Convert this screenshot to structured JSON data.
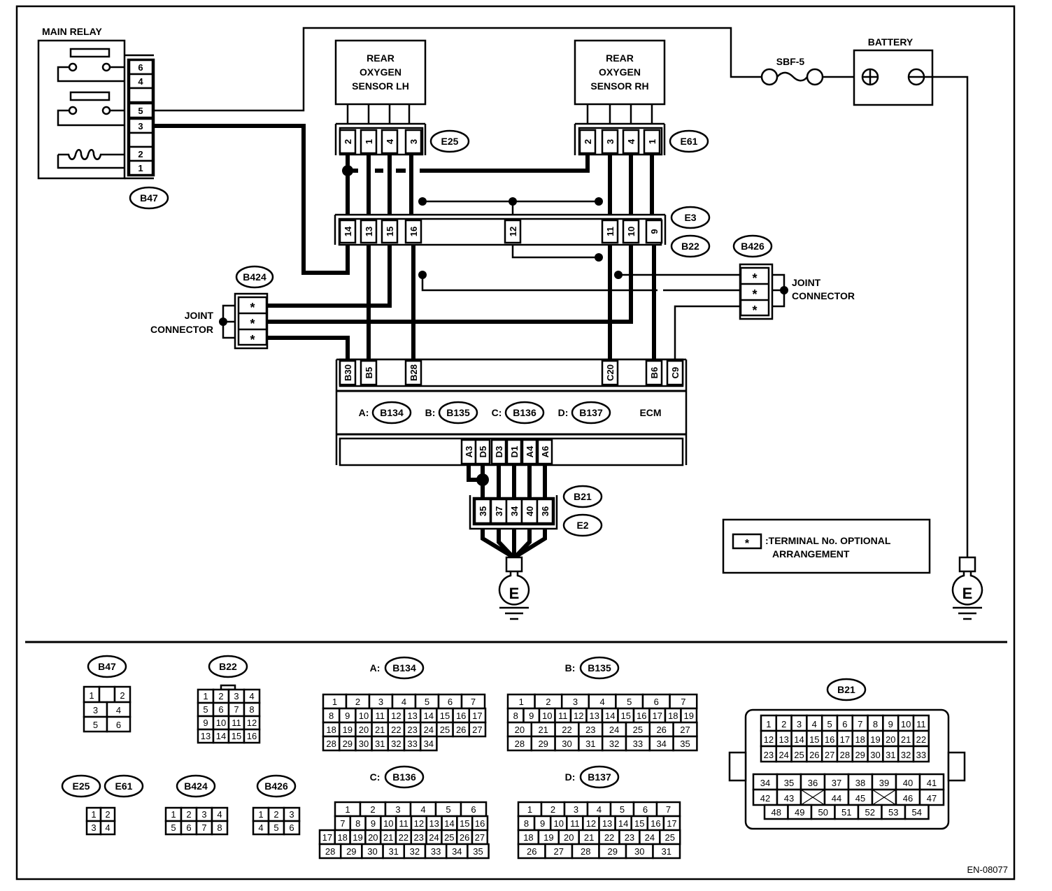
{
  "figure_id": "EN-08077",
  "components": {
    "main_relay": {
      "label": "MAIN RELAY",
      "connector": "B47",
      "terminals": [
        "6",
        "4",
        "",
        "5",
        "3",
        "",
        "2",
        "1"
      ]
    },
    "rear_o2_lh": {
      "label_lines": [
        "REAR",
        "OXYGEN",
        "SENSOR LH"
      ],
      "connector": "E25",
      "terminals": [
        "2",
        "1",
        "4",
        "3"
      ]
    },
    "rear_o2_rh": {
      "label_lines": [
        "REAR",
        "OXYGEN",
        "SENSOR RH"
      ],
      "connector": "E61",
      "terminals": [
        "2",
        "3",
        "4",
        "1"
      ]
    },
    "battery": {
      "label": "BATTERY",
      "plus": "+",
      "minus": "−"
    },
    "fuse": {
      "label": "SBF-5"
    },
    "junction": {
      "connectors": [
        "E3",
        "B22"
      ],
      "terminals": [
        "14",
        "13",
        "15",
        "16",
        "12",
        "11",
        "10",
        "9"
      ]
    },
    "joint_b424": {
      "connector": "B424",
      "label_lines": [
        "JOINT",
        "CONNECTOR"
      ],
      "terminals": [
        "*",
        "*",
        "*"
      ]
    },
    "joint_b426": {
      "connector": "B426",
      "label_lines": [
        "JOINT",
        "CONNECTOR"
      ],
      "terminals": [
        "*",
        "*",
        "*"
      ]
    },
    "ecm": {
      "label": "ECM",
      "connectors": [
        {
          "prefix": "A:",
          "id": "B134"
        },
        {
          "prefix": "B:",
          "id": "B135"
        },
        {
          "prefix": "C:",
          "id": "B136"
        },
        {
          "prefix": "D:",
          "id": "B137"
        }
      ],
      "top_terminals": [
        "B30",
        "B5",
        "B28",
        "C20",
        "B6",
        "C9"
      ],
      "bottom_terminals": [
        "A3",
        "D5",
        "D3",
        "D1",
        "A4",
        "A6"
      ]
    },
    "ground_junction": {
      "connectors": [
        "B21",
        "E2"
      ],
      "terminals": [
        "35",
        "37",
        "34",
        "40",
        "36"
      ]
    },
    "ground_symbol": "E"
  },
  "legend": {
    "symbol": "*",
    "text_lines": [
      ":TERMINAL No. OPTIONAL",
      "ARRANGEMENT"
    ]
  },
  "connector_views": {
    "B47": {
      "rows": [
        [
          "1",
          "",
          "2"
        ],
        [
          "3",
          "4"
        ],
        [
          "5",
          "6"
        ]
      ]
    },
    "B22": {
      "rows": [
        [
          "1",
          "2",
          "3",
          "4"
        ],
        [
          "5",
          "6",
          "7",
          "8"
        ],
        [
          "9",
          "10",
          "11",
          "12"
        ],
        [
          "13",
          "14",
          "15",
          "16"
        ]
      ]
    },
    "E25_E61": {
      "ids": [
        "E25",
        "E61"
      ],
      "rows": [
        [
          "1",
          "2"
        ],
        [
          "3",
          "4"
        ]
      ]
    },
    "B424": {
      "rows": [
        [
          "1",
          "2",
          "3",
          "4"
        ],
        [
          "5",
          "6",
          "7",
          "8"
        ]
      ]
    },
    "B426": {
      "rows": [
        [
          "1",
          "2",
          "3"
        ],
        [
          "4",
          "5",
          "6"
        ]
      ]
    },
    "B134": {
      "prefix": "A:",
      "rows": [
        [
          "1",
          "2",
          "3",
          "4",
          "5",
          "6",
          "7"
        ],
        [
          "8",
          "9",
          "10",
          "11",
          "12",
          "13",
          "14",
          "15",
          "16",
          "17"
        ],
        [
          "18",
          "19",
          "20",
          "21",
          "22",
          "23",
          "24",
          "25",
          "26",
          "27"
        ],
        [
          "28",
          "29",
          "30",
          "31",
          "32",
          "33",
          "34"
        ]
      ]
    },
    "B135": {
      "prefix": "B:",
      "rows": [
        [
          "1",
          "2",
          "3",
          "4",
          "5",
          "6",
          "7"
        ],
        [
          "8",
          "9",
          "10",
          "11",
          "12",
          "13",
          "14",
          "15",
          "16",
          "17",
          "18",
          "19"
        ],
        [
          "20",
          "21",
          "22",
          "23",
          "24",
          "25",
          "26",
          "27"
        ],
        [
          "28",
          "29",
          "30",
          "31",
          "32",
          "33",
          "34",
          "35"
        ]
      ]
    },
    "B136": {
      "prefix": "C:",
      "rows": [
        [
          "1",
          "2",
          "3",
          "4",
          "5",
          "6"
        ],
        [
          "7",
          "8",
          "9",
          "10",
          "11",
          "12",
          "13",
          "14",
          "15",
          "16"
        ],
        [
          "17",
          "18",
          "19",
          "20",
          "21",
          "22",
          "23",
          "24",
          "25",
          "26",
          "27"
        ],
        [
          "28",
          "29",
          "30",
          "31",
          "32",
          "33",
          "34",
          "35"
        ]
      ]
    },
    "B137": {
      "prefix": "D:",
      "rows": [
        [
          "1",
          "2",
          "3",
          "4",
          "5",
          "6",
          "7"
        ],
        [
          "8",
          "9",
          "10",
          "11",
          "12",
          "13",
          "14",
          "15",
          "16",
          "17"
        ],
        [
          "18",
          "19",
          "20",
          "21",
          "22",
          "23",
          "24",
          "25"
        ],
        [
          "26",
          "27",
          "28",
          "29",
          "30",
          "31"
        ]
      ]
    },
    "B21": {
      "rows": [
        [
          "1",
          "2",
          "3",
          "4",
          "5",
          "6",
          "7",
          "8",
          "9",
          "10",
          "11"
        ],
        [
          "12",
          "13",
          "14",
          "15",
          "16",
          "17",
          "18",
          "19",
          "20",
          "21",
          "22"
        ],
        [
          "23",
          "24",
          "25",
          "26",
          "27",
          "28",
          "29",
          "30",
          "31",
          "32",
          "33"
        ],
        [
          "34",
          "35",
          "36",
          "37",
          "38",
          "39",
          "40",
          "41"
        ],
        [
          "42",
          "43",
          "X",
          "44",
          "45",
          "X",
          "46",
          "47"
        ],
        [
          "48",
          "49",
          "50",
          "51",
          "52",
          "53",
          "54"
        ]
      ]
    }
  }
}
